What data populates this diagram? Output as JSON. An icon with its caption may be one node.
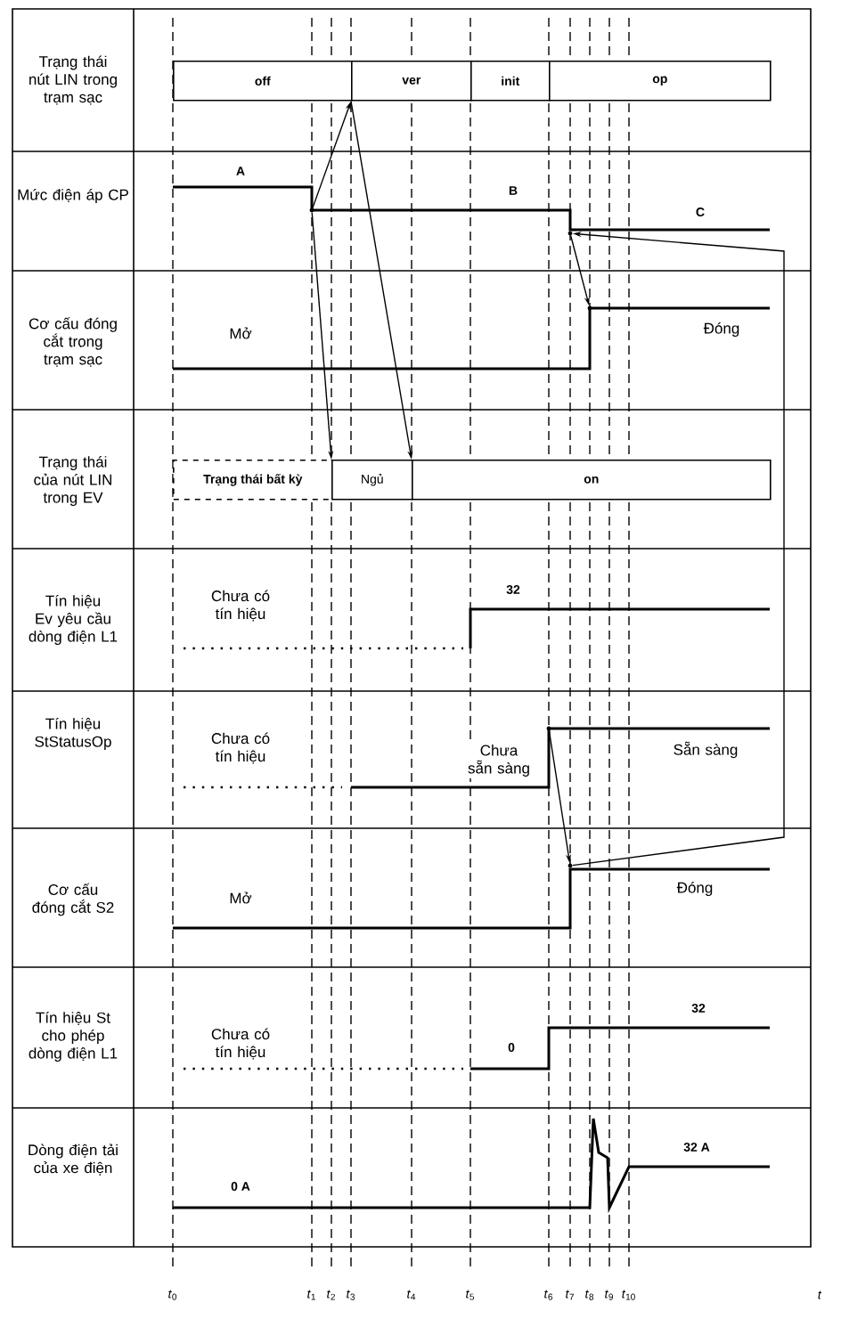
{
  "diagram": {
    "nodes": [
      {
        "text": [
          "off"
        ]
      },
      {
        "text": [
          "ver"
        ]
      },
      {
        "text": [
          "init"
        ]
      },
      {
        "text": [
          "op"
        ]
      },
      {
        "text": [],
        "shape": "dot"
      },
      {
        "text": [],
        "shape": "dot"
      },
      {
        "text": [],
        "shape": "dot"
      },
      {
        "text": [
          "Trạng thái bất kỳ"
        ]
      },
      {
        "text": [
          "Ngủ"
        ]
      },
      {
        "text": [
          "on"
        ]
      },
      {
        "text": [],
        "shape": "dot"
      },
      {
        "text": [],
        "shape": "dot"
      }
    ],
    "edges": [
      {
        "from": 4,
        "to": 1,
        "arrow": "to"
      },
      {
        "from": 1,
        "to": 9,
        "arrow": "to"
      },
      {
        "from": 4,
        "to": 8,
        "arrow": "to"
      },
      {
        "from": 10,
        "to": 11,
        "arrow": "to"
      },
      {
        "from": 11,
        "to": 5,
        "arrow": "to"
      },
      {
        "from": 5,
        "to": 6,
        "arrow": "to"
      }
    ],
    "labels": [
      "Trạng thái nút LIN trong trạm sạc",
      "Mức điện áp CP",
      "A",
      "B",
      "C",
      "Cơ cấu đóng cắt trong trạm sạc",
      "Mở",
      "Đóng",
      "Trạng thái của nút LIN trong EV",
      "Tín hiệu Ev yêu cầu dòng điện L1",
      "Chưa có tín hiệu",
      "32",
      "Tín hiệu StStatusOp",
      "Chưa có tín hiệu",
      "Chưa sẵn sàng",
      "Sẵn sàng",
      "Cơ cấu đóng cắt S2",
      "Mở",
      "Đóng",
      "Tín hiệu St cho phép dòng điện L1",
      "Chưa có tín hiệu",
      "0",
      "32",
      "Dòng điện tải của xe điện",
      "0 A",
      "32 A",
      "*t*$_{0}$",
      "*t*$_{1}$",
      "*t*$_{2}$",
      "*t*$_{3}$",
      "*t*$_{4}$",
      "*t*$_{5}$",
      "*t*$_{6}$",
      "*t*$_{7}$",
      "*t*$_{8}$",
      "*t*$_{9}$",
      "*t*$_{10}$",
      "*t*"
    ]
  }
}
